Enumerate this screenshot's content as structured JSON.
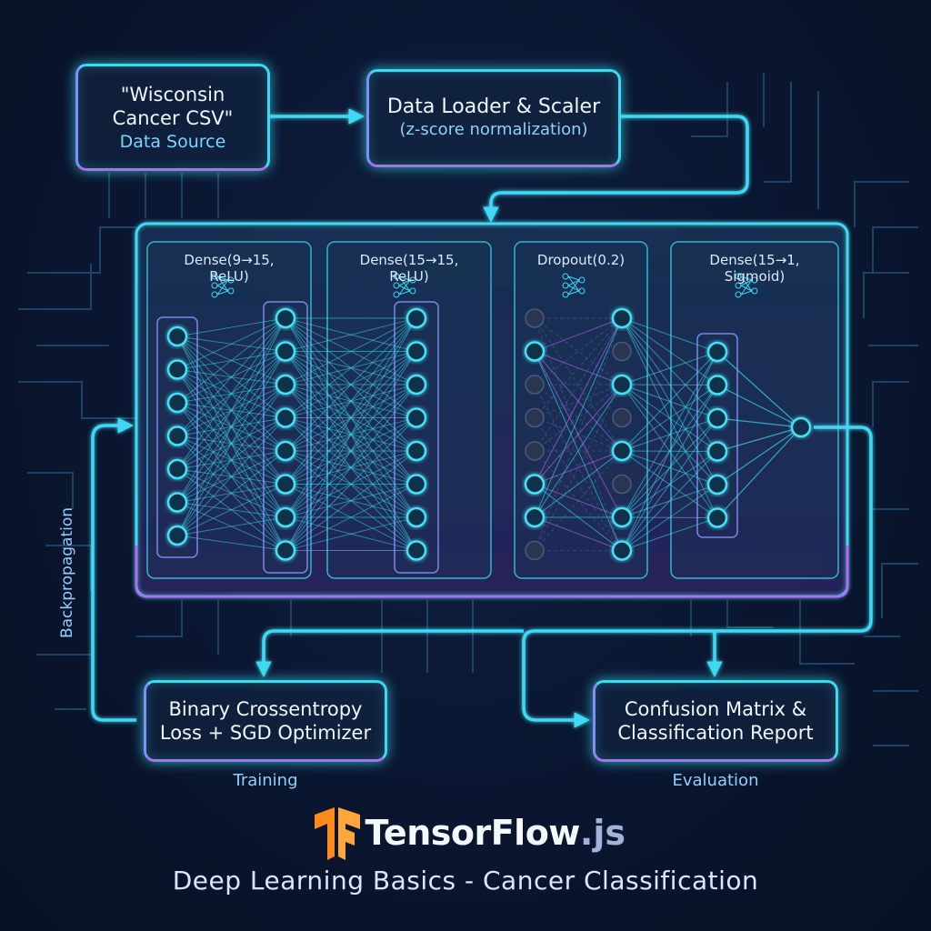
{
  "nodes": {
    "data_source": {
      "title_line1": "\"Wisconsin",
      "title_line2": "Cancer CSV\"",
      "subtitle": "Data Source"
    },
    "loader": {
      "title": "Data Loader & Scaler",
      "subtitle": "(z-score normalization)"
    },
    "training": {
      "line1": "Binary Crossentropy",
      "line2": "Loss + SGD Optimizer",
      "caption": "Training"
    },
    "evaluation": {
      "line1": "Confusion Matrix &",
      "line2": "Classification Report",
      "caption": "Evaluation"
    }
  },
  "layers": [
    {
      "label": "Dense(9→15, ReLU)"
    },
    {
      "label": "Dense(15→15, ReLU)"
    },
    {
      "label": "Dropout(0.2)"
    },
    {
      "label": "Dense(15→1, Sigmoid)"
    }
  ],
  "backprop_label": "Backpropagation",
  "brand": {
    "name": "TensorFlow",
    "ext": ".js"
  },
  "footer_title": "Deep Learning Basics - Cancer Classification",
  "colors": {
    "cyan": "#3fd8f2",
    "violet": "#b06cf5",
    "orange": "#ff8a1c"
  }
}
